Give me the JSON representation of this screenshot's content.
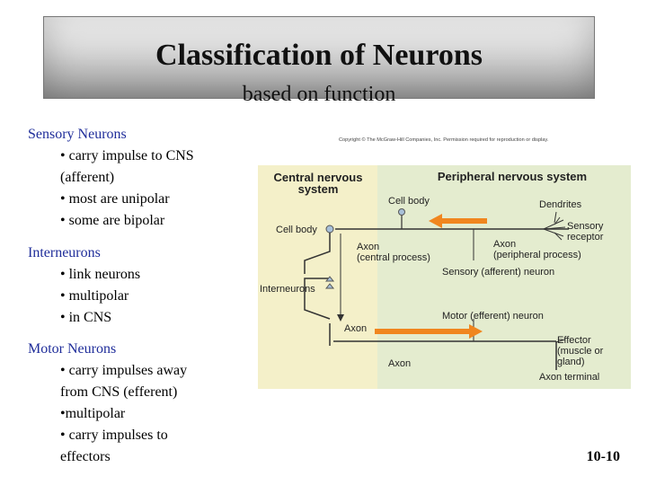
{
  "header": {
    "title": "Classification of Neurons",
    "subtitle": "based on function"
  },
  "sections": [
    {
      "heading": "Sensory Neurons",
      "items": [
        "• carry impulse to CNS",
        "(afferent)",
        "• most are unipolar",
        "• some are bipolar"
      ]
    },
    {
      "heading": "Interneurons",
      "items": [
        "• link neurons",
        "• multipolar",
        "• in CNS"
      ]
    },
    {
      "heading": "Motor Neurons",
      "items": [
        "• carry impulses away",
        "from CNS (efferent)",
        "•multipolar",
        "• carry impulses to",
        "effectors"
      ]
    }
  ],
  "diagram": {
    "copyright": "Copyright © The McGraw-Hill Companies, Inc. Permission required for reproduction or display.",
    "cns_label_line1": "Central nervous",
    "cns_label_line2": "system",
    "pns_label": "Peripheral nervous system",
    "cell_body_top": "Cell body",
    "dendrites": "Dendrites",
    "sensory_receptor_line1": "Sensory",
    "sensory_receptor_line2": "receptor",
    "cell_body_left": "Cell body",
    "axon_central_line1": "Axon",
    "axon_central_line2": "(central process)",
    "axon_peripheral_line1": "Axon",
    "axon_peripheral_line2": "(peripheral process)",
    "sensory_neuron": "Sensory (afferent) neuron",
    "interneurons": "Interneurons",
    "motor_neuron": "Motor (efferent) neuron",
    "axon_vertical": "Axon",
    "effector_line1": "Effector",
    "effector_line2": "(muscle or",
    "effector_line3": "gland)",
    "axon_bottom": "Axon",
    "axon_terminal": "Axon terminal",
    "colors": {
      "cns_bg": "#f4f0c9",
      "pns_bg": "#e4eccf",
      "arrow": "#f0861f",
      "neuron_fill": "#a8c0d8"
    }
  },
  "footer": {
    "page_number": "10-10"
  }
}
